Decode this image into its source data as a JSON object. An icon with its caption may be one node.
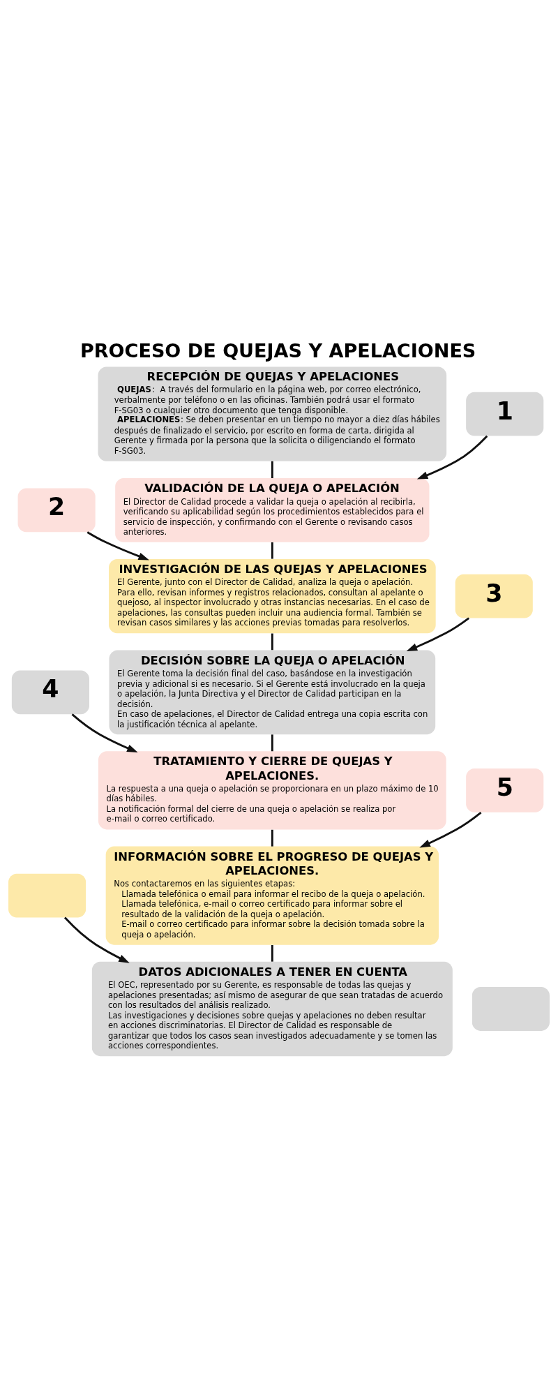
{
  "diagram": {
    "title": "PROCESO DE QUEJAS Y APELACIONES",
    "nodes": [
      {
        "text": [
          "RECEPCIÓN DE QUEJAS Y APELACIONES",
          "**QUEJAS**:  A través del formulario en la página web, por correo electrónico, verbalmente por teléfono o en las oficinas. También podrá usar el formato F-SG03 o cualquier otro documento que tenga disponible.",
          "**APELACIONES**: Se deben presentar en un tiempo no mayor a diez días hábiles después de finalizado el servicio, por escrito en forma de carta, dirigida al Gerente y firmada por la persona que la solicita o diligenciando el formato F-SG03."
        ]
      },
      {
        "text": [
          "1"
        ]
      },
      {
        "text": [
          "VALIDACIÓN DE LA QUEJA O APELACIÓN",
          "El Director de Calidad procede a validar la queja o apelación al recibirla, verificando su aplicabilidad según los procedimientos establecidos para el servicio de inspección, y confirmando con el Gerente o revisando casos anteriores."
        ]
      },
      {
        "text": [
          "2"
        ]
      },
      {
        "text": [
          "INVESTIGACIÓN DE LAS QUEJAS Y APELACIONES",
          "El Gerente, junto con el Director de Calidad, analiza la queja o apelación. Para ello, revisan informes y registros relacionados, consultan al apelante o quejoso, al inspector involucrado y otras instancias necesarias. En el caso de apelaciones, las consultas pueden incluir una audiencia formal. También se revisan casos similares y las acciones previas tomadas para resolverlos."
        ]
      },
      {
        "text": [
          "3"
        ]
      },
      {
        "text": [
          "DECISIÓN SOBRE LA QUEJA O APELACIÓN",
          "El Gerente toma la decisión final del caso, basándose en la investigación previa y adicional si es necesario. Si el Gerente está involucrado en la queja o apelación, la Junta Directiva y el Director de Calidad participan en la decisión.",
          "En caso de apelaciones, el Director de Calidad entrega una copia escrita con la justificación técnica al apelante."
        ]
      },
      {
        "text": [
          "4"
        ]
      },
      {
        "text": [
          "TRATAMIENTO Y CIERRE DE QUEJAS Y APELACIONES.",
          "La respuesta a una queja o apelación se proporcionara en un plazo máximo de 10 días hábiles.",
          "La notificación formal del cierre de una queja o apelación se realiza por e-mail o correo certificado."
        ]
      },
      {
        "text": [
          "5"
        ]
      },
      {
        "text": [
          "INFORMACIÓN SOBRE EL PROGRESO DE QUEJAS Y APELACIONES.",
          "Nos contactaremos en las siguientes etapas:",
          "Llamada telefónica o email para informar el recibo de la queja o apelación.",
          "Llamada telefónica, e-mail o correo certificado para informar sobre el resultado de la validación de la queja o apelación.",
          "E-mail o correo certificado para informar sobre la decisión tomada sobre la queja o apelación."
        ]
      },
      {
        "text": [],
        "shape": "box"
      },
      {
        "text": [
          "DATOS ADICIONALES A TENER EN CUENTA",
          "El OEC, representado por su Gerente, es responsable de todas las quejas y apelaciones presentadas; así mismo de asegurar de que sean tratadas de acuerdo con los resultados del análisis realizado.",
          "Las investigaciones y decisiones sobre quejas y apelaciones no deben resultar en acciones discriminatorias. El Director de Calidad es responsable de garantizar que todos los casos sean investigados adecuadamente y se tomen las acciones correspondientes."
        ]
      },
      {
        "text": [],
        "shape": "box"
      }
    ],
    "edges": [
      {
        "from": 1,
        "to": 2,
        "arrow": "to"
      },
      {
        "from": 3,
        "to": 4,
        "arrow": "to"
      },
      {
        "from": 5,
        "to": 6,
        "arrow": "to"
      },
      {
        "from": 7,
        "to": 8,
        "arrow": "to"
      },
      {
        "from": 9,
        "to": 10,
        "arrow": "to"
      },
      {
        "from": 11,
        "to": 12,
        "arrow": "to"
      },
      {
        "from": 0,
        "to": 2,
        "arrow": "none"
      },
      {
        "from": 2,
        "to": 4,
        "arrow": "none"
      },
      {
        "from": 4,
        "to": 6,
        "arrow": "none"
      },
      {
        "from": 6,
        "to": 8,
        "arrow": "none"
      },
      {
        "from": 8,
        "to": 10,
        "arrow": "none"
      },
      {
        "from": 10,
        "to": 12,
        "arrow": "none"
      }
    ]
  }
}
